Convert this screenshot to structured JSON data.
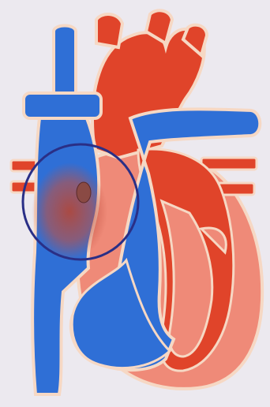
{
  "diagram": {
    "subject": "heart-cross-section",
    "colors": {
      "background": "#ece9ef",
      "deoxygenated_blue": "#2f6fd6",
      "oxygenated_red": "#e0442a",
      "heart_wall_pink": "#ef8a78",
      "outline_cream": "#f6d8c4",
      "highlight_circle": "#2a2f86",
      "defect_shadow": "#8a4a44"
    },
    "highlight": {
      "shape": "circle",
      "marks": "septal-defect-region"
    }
  }
}
